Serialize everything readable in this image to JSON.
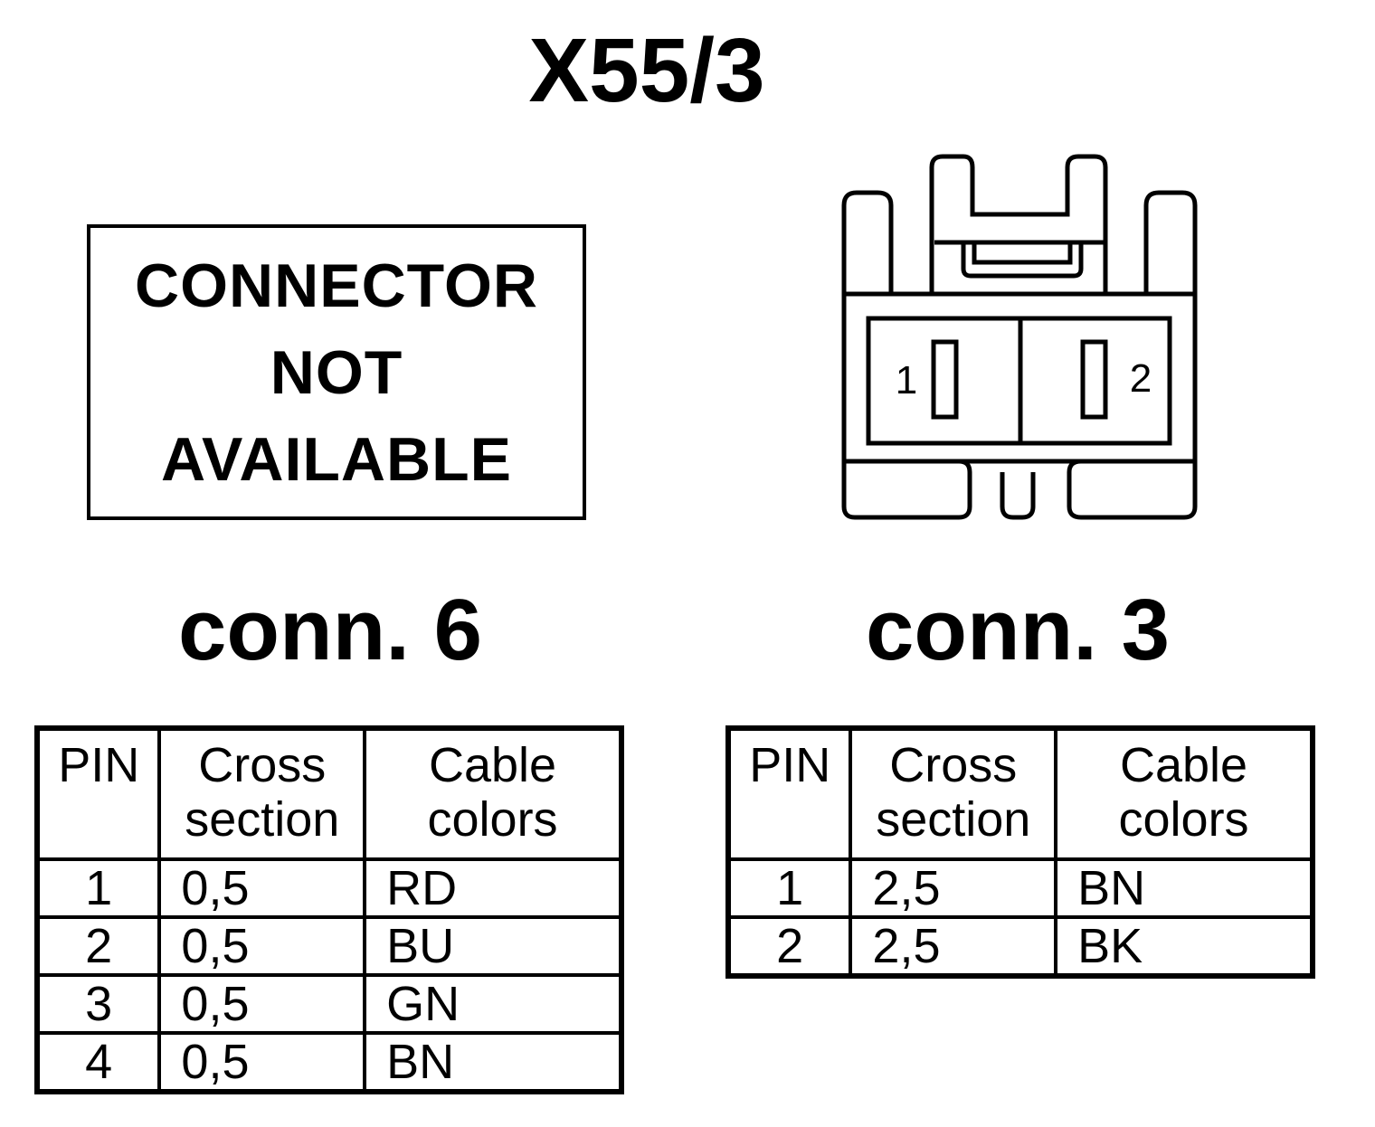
{
  "title": "X55/3",
  "not_available": {
    "lines": [
      "CONNECTOR",
      "NOT",
      "AVAILABLE"
    ]
  },
  "connector_diagram": {
    "pin_labels": [
      "1",
      "2"
    ]
  },
  "conn6": {
    "label": "conn. 6",
    "headers": {
      "pin": "PIN",
      "cross_line1": "Cross",
      "cross_line2": "section",
      "color_line1": "Cable",
      "color_line2": "colors"
    },
    "rows": [
      {
        "pin": "1",
        "cross": "0,5",
        "color": "RD"
      },
      {
        "pin": "2",
        "cross": "0,5",
        "color": "BU"
      },
      {
        "pin": "3",
        "cross": "0,5",
        "color": "GN"
      },
      {
        "pin": "4",
        "cross": "0,5",
        "color": "BN"
      }
    ]
  },
  "conn3": {
    "label": "conn. 3",
    "headers": {
      "pin": "PIN",
      "cross_line1": "Cross",
      "cross_line2": "section",
      "color_line1": "Cable",
      "color_line2": "colors"
    },
    "rows": [
      {
        "pin": "1",
        "cross": "2,5",
        "color": "BN"
      },
      {
        "pin": "2",
        "cross": "2,5",
        "color": "BK"
      }
    ]
  }
}
